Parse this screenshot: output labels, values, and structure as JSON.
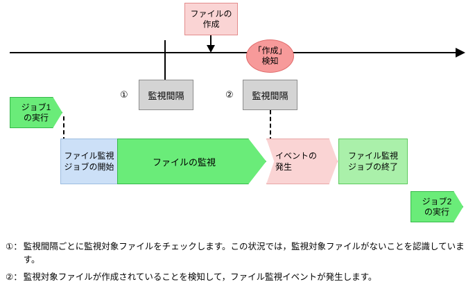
{
  "diagram": {
    "timeline": {
      "name": "time-axis",
      "tick_label": ""
    },
    "create_event_box": {
      "line1": "ファイルの",
      "line2": "作成"
    },
    "detect_ellipse": {
      "line1": "「作成」",
      "line2": "検知"
    },
    "intervals": [
      {
        "marker": "①",
        "label": "監視間隔"
      },
      {
        "marker": "②",
        "label": "監視間隔"
      }
    ],
    "jobs": [
      {
        "line1": "ジョブ1",
        "line2": "の実行"
      },
      {
        "line1": "ジョブ2",
        "line2": "の実行"
      }
    ],
    "band": {
      "start": {
        "line1": "ファイル監視",
        "line2": "ジョブの開始"
      },
      "monitor": {
        "label": "ファイルの監視"
      },
      "event": {
        "line1": "イベントの",
        "line2": "発生"
      },
      "end": {
        "line1": "ファイル監視",
        "line2": "ジョブの終了"
      }
    },
    "notes": [
      {
        "marker": "①：",
        "text": "監視間隔ごとに監視対象ファイルをチェックします。この状況では，監視対象ファイルがないことを認識しています。"
      },
      {
        "marker": "②：",
        "text": "監視対象ファイルが作成されていることを検知して，ファイル監視イベントが発生します。"
      }
    ]
  },
  "colors": {
    "green": "#6aec79",
    "light_green": "#aaf0aa",
    "pink": "#fad4d4",
    "salmon": "#f79a9a",
    "blue": "#cce0f7",
    "gray": "#d4d4d4"
  }
}
